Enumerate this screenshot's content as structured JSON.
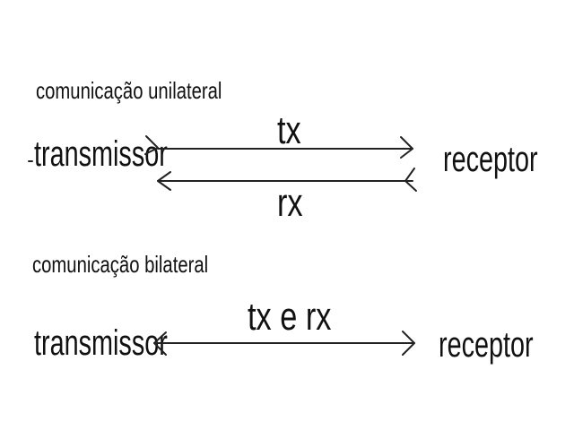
{
  "sections": {
    "unilateral": {
      "title": "comunicação unilateral",
      "sender": "transmissor",
      "receiver": "receptor",
      "forward_label": "tx",
      "return_label": "rx"
    },
    "bilateral": {
      "title": "comunicação bilateral",
      "sender": "transmissor",
      "receiver": "receptor",
      "link_label": "tx e rx"
    }
  },
  "colors": {
    "ink": "#111111",
    "background": "#ffffff"
  }
}
